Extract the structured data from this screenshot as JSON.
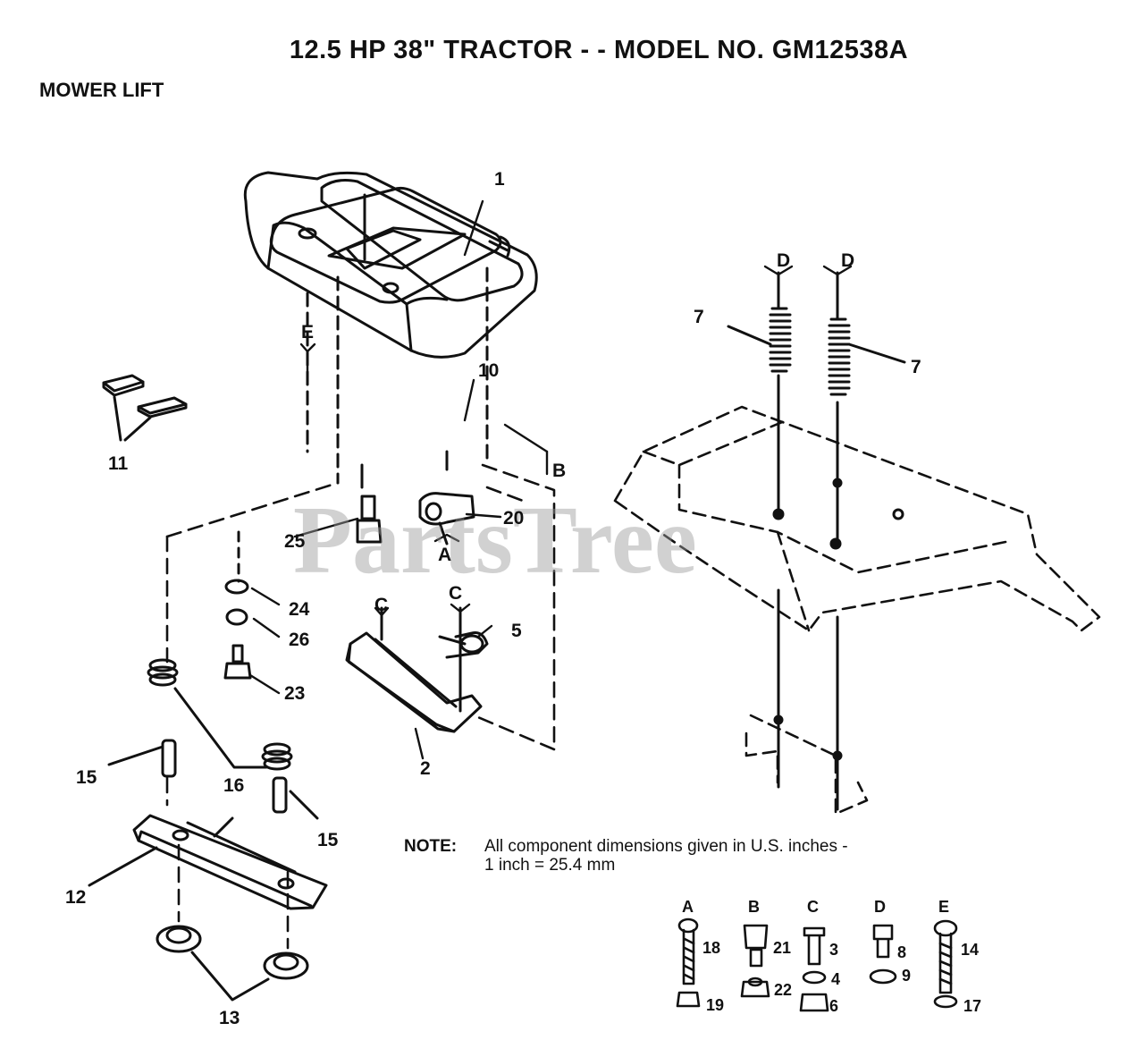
{
  "header": {
    "title": "12.5 HP 38\" TRACTOR - - MODEL NO.  GM12538A",
    "section": "MOWER LIFT"
  },
  "watermark": "PartsTree",
  "note": {
    "label": "NOTE:",
    "line1": "All component dimensions given in U.S. inches -",
    "line2": "1 inch = 25.4 mm"
  },
  "callouts": {
    "n1": "1",
    "n2": "2",
    "n5": "5",
    "n7a": "7",
    "n7b": "7",
    "n10": "10",
    "n11": "11",
    "n12": "12",
    "n13": "13",
    "n15a": "15",
    "n15b": "15",
    "n16": "16",
    "n20": "20",
    "n23": "23",
    "n24": "24",
    "n25": "25",
    "n26": "26",
    "A": "A",
    "B": "B",
    "C1": "C",
    "C2": "C",
    "D1": "D",
    "D2": "D",
    "E": "E"
  },
  "hardware_key": [
    {
      "letter": "A",
      "top": "18",
      "bottom": "19"
    },
    {
      "letter": "B",
      "top": "21",
      "bottom": "22"
    },
    {
      "letter": "C",
      "top": "3",
      "mid": "4",
      "bottom": "6"
    },
    {
      "letter": "D",
      "top": "8",
      "bottom": "9"
    },
    {
      "letter": "E",
      "top": "14",
      "bottom": "17"
    }
  ],
  "colors": {
    "ink": "#111111",
    "watermark": "#9a9a9a",
    "background": "#ffffff"
  }
}
